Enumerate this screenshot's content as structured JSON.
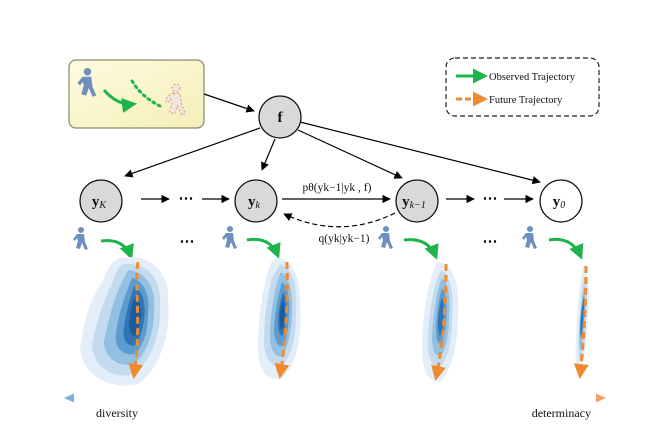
{
  "nodes": {
    "f": {
      "main": "f",
      "sub": ""
    },
    "yK": {
      "main": "y",
      "sub": "K"
    },
    "yk": {
      "main": "y",
      "sub": "k"
    },
    "yk1": {
      "main": "y",
      "sub": "k−1"
    },
    "y0": {
      "main": "y",
      "sub": "0"
    }
  },
  "ellipsis": "⋯",
  "edges": {
    "forward_label": "pθ(yk−1|yk , f)",
    "backward_label": "q(yk|yk−1)"
  },
  "legend": {
    "observed": "Observed Trajectory",
    "future": "Future Trajectory"
  },
  "axis": {
    "left_label": "diversity",
    "right_label": "determinacy"
  },
  "colors": {
    "observed": "#1db34d",
    "future": "#f08a2e",
    "node_gray": "#d9d9d9",
    "density_dark": "#1b5c9e",
    "density_light": "#cfe0f1",
    "axis_left": "#7fb0db",
    "axis_right": "#f2a070",
    "person": "#6f8fbf"
  }
}
